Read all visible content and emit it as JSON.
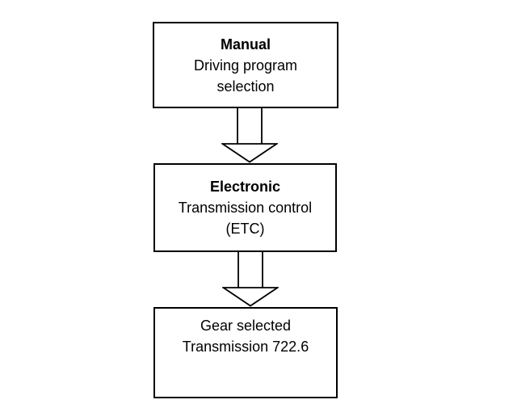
{
  "flowchart": {
    "boxes": [
      {
        "name": "manual-driving-program-selection",
        "lines": [
          "Manual",
          "Driving program",
          "selection"
        ]
      },
      {
        "name": "electronic-transmission-control",
        "lines": [
          "Electronic",
          "Transmission control",
          "(ETC)"
        ]
      },
      {
        "name": "gear-selected-transmission",
        "lines": [
          "Gear selected",
          "Transmission 722.6"
        ]
      }
    ],
    "connectors": [
      {
        "name": "arrow-down-icon",
        "from": "manual-driving-program-selection",
        "to": "electronic-transmission-control"
      },
      {
        "name": "arrow-down-icon",
        "from": "electronic-transmission-control",
        "to": "gear-selected-transmission"
      }
    ],
    "colors": {
      "background": "#ffffff",
      "box_border": "#000000",
      "text": "#000000",
      "arrow_stroke": "#000000",
      "arrow_fill": "#ffffff"
    }
  }
}
